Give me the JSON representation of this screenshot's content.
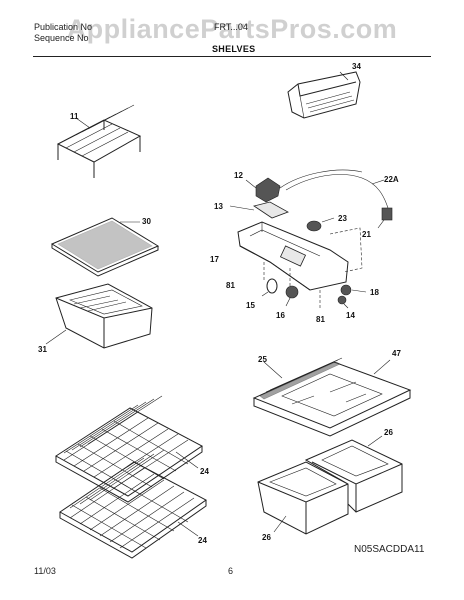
{
  "header": {
    "left_line1": "Publication No",
    "left_line2": "Sequence No",
    "model": "FRT...04",
    "section": "SHELVES"
  },
  "watermark": "AppliancePartsPros.com",
  "callouts": {
    "c34": "34",
    "c11": "11",
    "c12": "12",
    "c22a": "22A",
    "c13": "13",
    "c23": "23",
    "c30": "30",
    "c21": "21",
    "c17": "17",
    "c81a": "81",
    "c18": "18",
    "c15": "15",
    "c16": "16",
    "c14": "14",
    "c81b": "81",
    "c31": "31",
    "c25": "25",
    "c47": "47",
    "c26a": "26",
    "c24a": "24",
    "c24b": "24",
    "c26b": "26"
  },
  "footer": {
    "date": "11/03",
    "page": "6",
    "code": "N05SACDDA11"
  }
}
